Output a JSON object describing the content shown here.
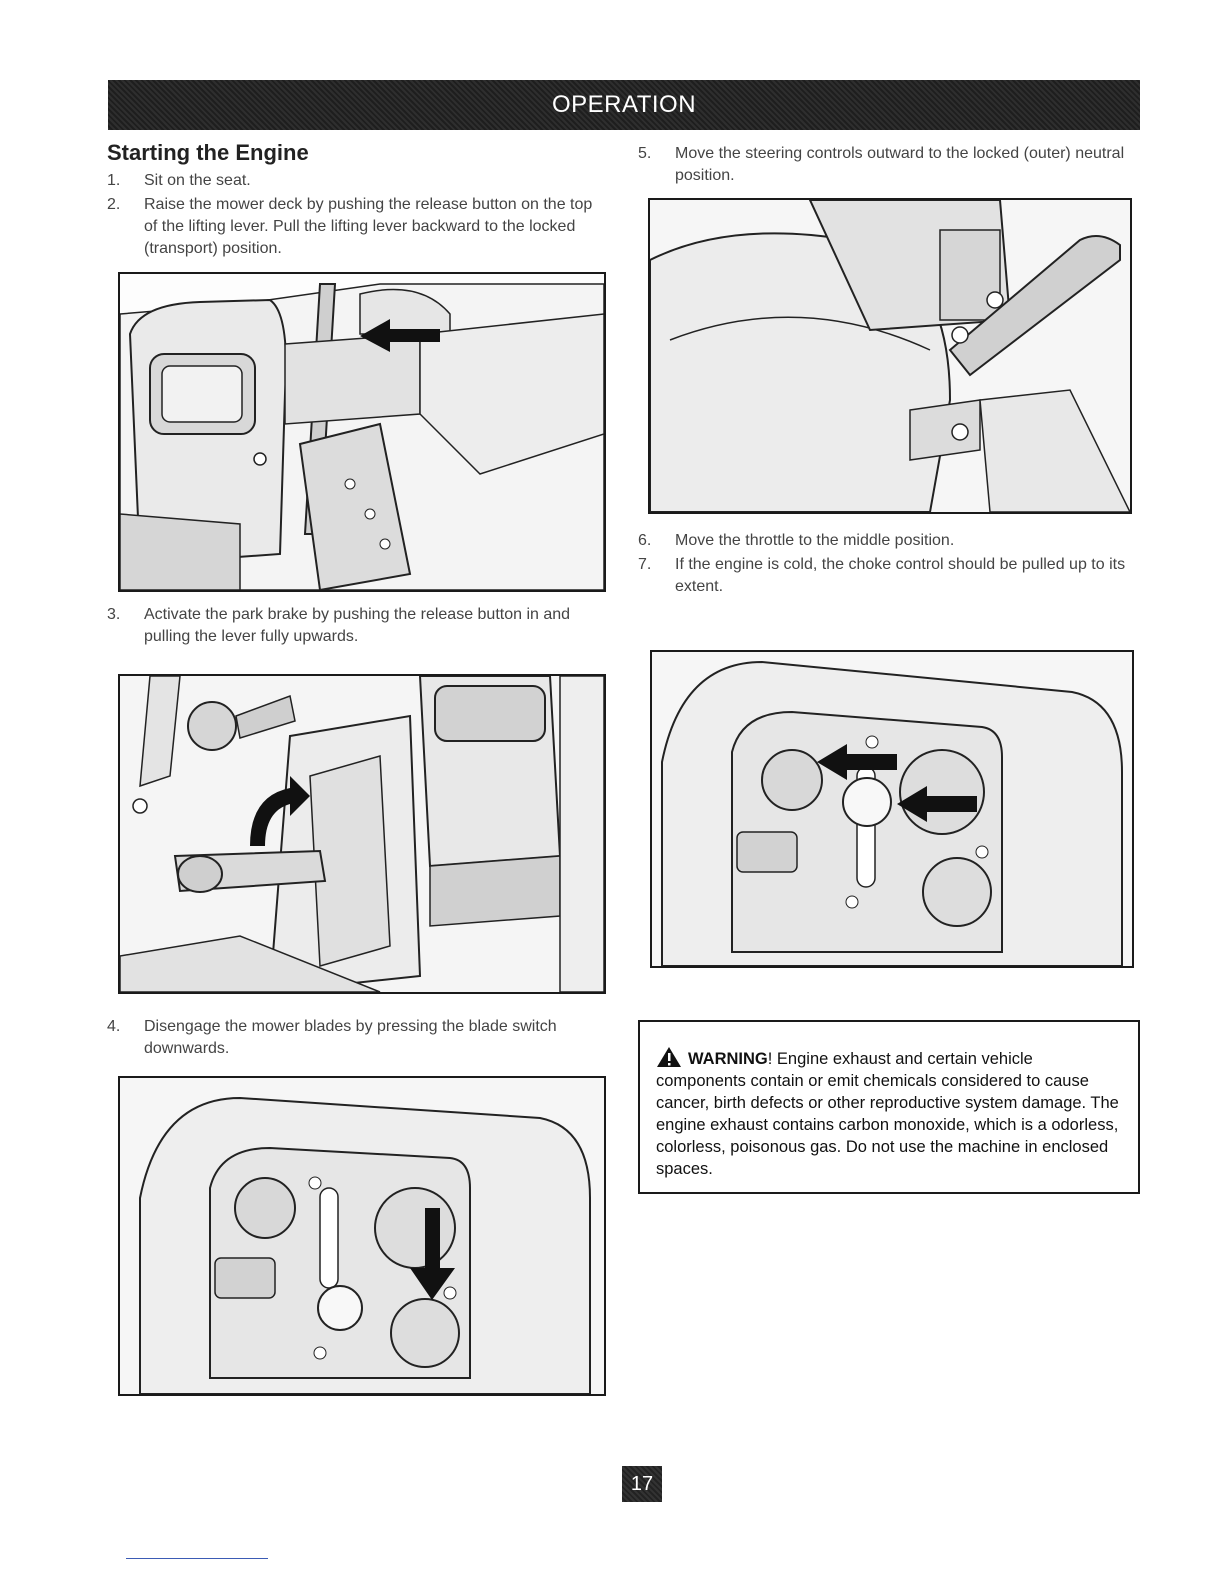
{
  "header": {
    "title": "OPERATION"
  },
  "section": {
    "title": "Starting the Engine"
  },
  "steps": [
    {
      "num": "1.",
      "text": "Sit on the seat."
    },
    {
      "num": "2.",
      "text": "Raise the mower deck by pushing the release button on the top of the lifting lever. Pull the lifting lever backward to the locked (transport) position."
    },
    {
      "num": "3.",
      "text": "Activate the park brake by pushing the release button in and pulling the lever fully upwards."
    },
    {
      "num": "4.",
      "text": "Disengage the mower blades by pressing the blade switch downwards."
    },
    {
      "num": "5.",
      "text": "Move the steering controls outward to the locked (outer) neutral position."
    },
    {
      "num": "6.",
      "text": "Move the throttle to the middle position."
    },
    {
      "num": "7.",
      "text": "If the engine is cold, the choke control should be pulled up to its extent."
    }
  ],
  "warning": {
    "label": "WARNING",
    "text": "! Engine exhaust and certain vehicle components contain or emit chemicals considered to cause cancer, birth defects or other reproductive system damage. The engine exhaust contains carbon monoxide, which is a odorless, colorless, poisonous gas. Do not use the machine in enclosed spaces."
  },
  "page": {
    "number": "17"
  }
}
